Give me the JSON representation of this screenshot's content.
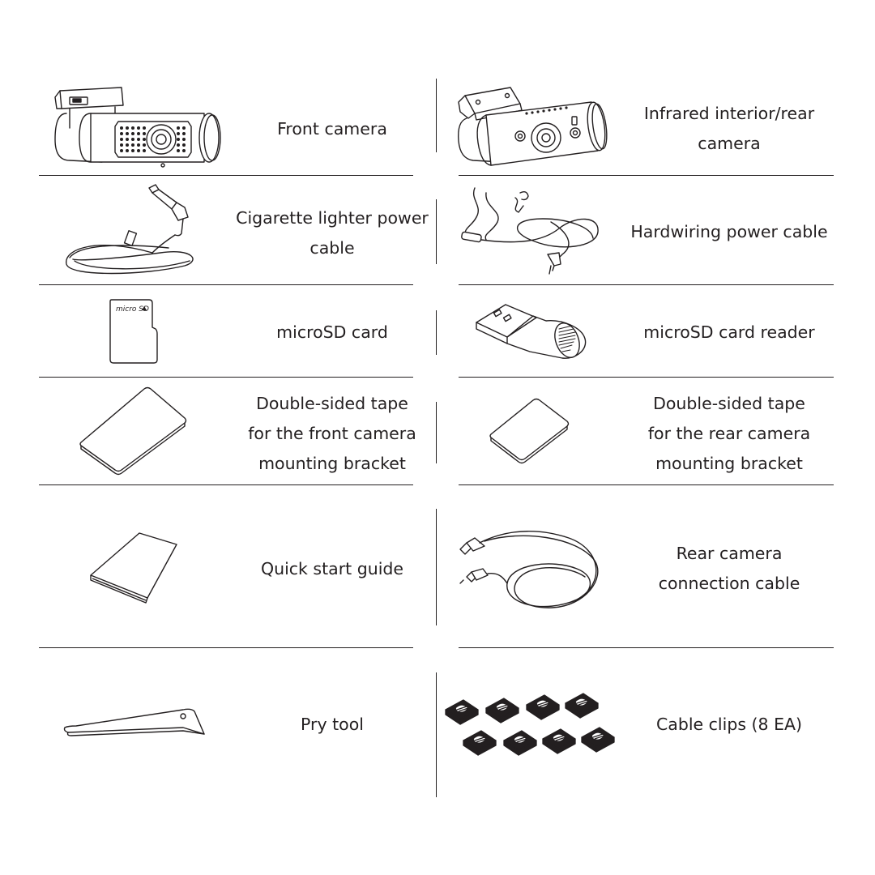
{
  "components": [
    {
      "lines": [
        "Front camera"
      ],
      "icon": "front-camera-icon"
    },
    {
      "lines": [
        "Infrared interior/rear",
        "camera"
      ],
      "icon": "infrared-rear-camera-icon"
    },
    {
      "lines": [
        "Cigarette lighter power",
        "cable"
      ],
      "icon": "cigarette-lighter-cable-icon"
    },
    {
      "lines": [
        "Hardwiring power cable"
      ],
      "icon": "hardwiring-cable-icon"
    },
    {
      "lines": [
        "microSD card"
      ],
      "icon": "microsd-card-icon"
    },
    {
      "lines": [
        "microSD card reader"
      ],
      "icon": "microsd-card-reader-icon"
    },
    {
      "lines": [
        "Double-sided tape",
        "for the front camera",
        "mounting bracket"
      ],
      "icon": "front-tape-icon"
    },
    {
      "lines": [
        "Double-sided tape",
        "for the rear camera",
        "mounting bracket"
      ],
      "icon": "rear-tape-icon"
    },
    {
      "lines": [
        "Quick start guide"
      ],
      "icon": "quick-start-guide-icon"
    },
    {
      "lines": [
        "Rear camera",
        "connection cable"
      ],
      "icon": "rear-connection-cable-icon"
    },
    {
      "lines": [
        "Pry tool"
      ],
      "icon": "pry-tool-icon"
    },
    {
      "lines": [
        "Cable clips (8 EA)"
      ],
      "icon": "cable-clips-icon"
    }
  ],
  "microsd_logo_text": "micro SD"
}
